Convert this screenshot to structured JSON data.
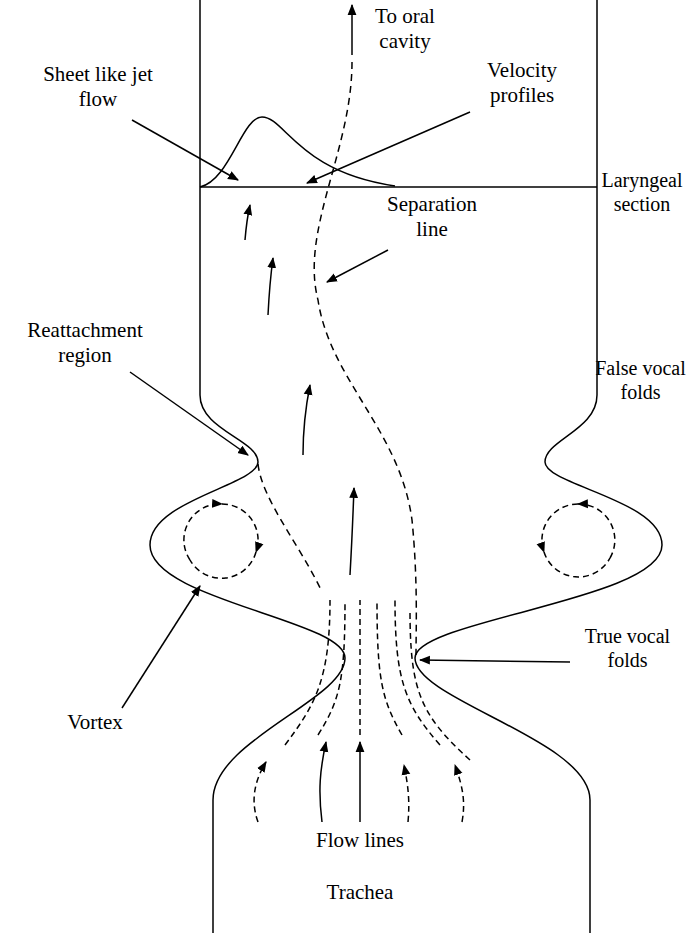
{
  "diagram": {
    "labels": [
      "To oral cavity",
      "Velocity profiles",
      "Sheet like jet flow",
      "Laryngeal section",
      "Separation line",
      "Reattachment region",
      "False vocal folds",
      "Vortex",
      "True vocal folds",
      "Flow lines",
      "Trachea"
    ]
  }
}
